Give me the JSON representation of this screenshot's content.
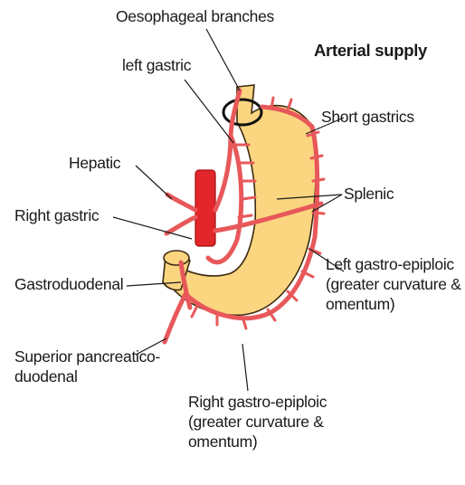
{
  "title": "Arterial supply",
  "labels": {
    "oesophageal": "Oesophageal branches",
    "left_gastric": "left gastric",
    "short_gastrics": "Short gastrics",
    "hepatic": "Hepatic",
    "splenic": "Splenic",
    "right_gastric": "Right gastric",
    "left_gastro_epiploic": [
      "Left gastro-epiploic",
      "(greater curvature &",
      "omentum)"
    ],
    "gastroduodenal": "Gastroduodenal",
    "superior_pancreatico_duodenal": [
      "Superior pancreatico-",
      "duodenal"
    ],
    "right_gastro_epiploic": [
      "Right gastro-epiploic",
      "(greater curvature &",
      "omentum)"
    ]
  },
  "colors": {
    "stomach_fill": "#fcd580",
    "stomach_outline": "#3a2a10",
    "artery": "#e8585a",
    "artery_outline": "#a03030",
    "aorta": "#e3262b",
    "line": "#1a1a1a"
  }
}
